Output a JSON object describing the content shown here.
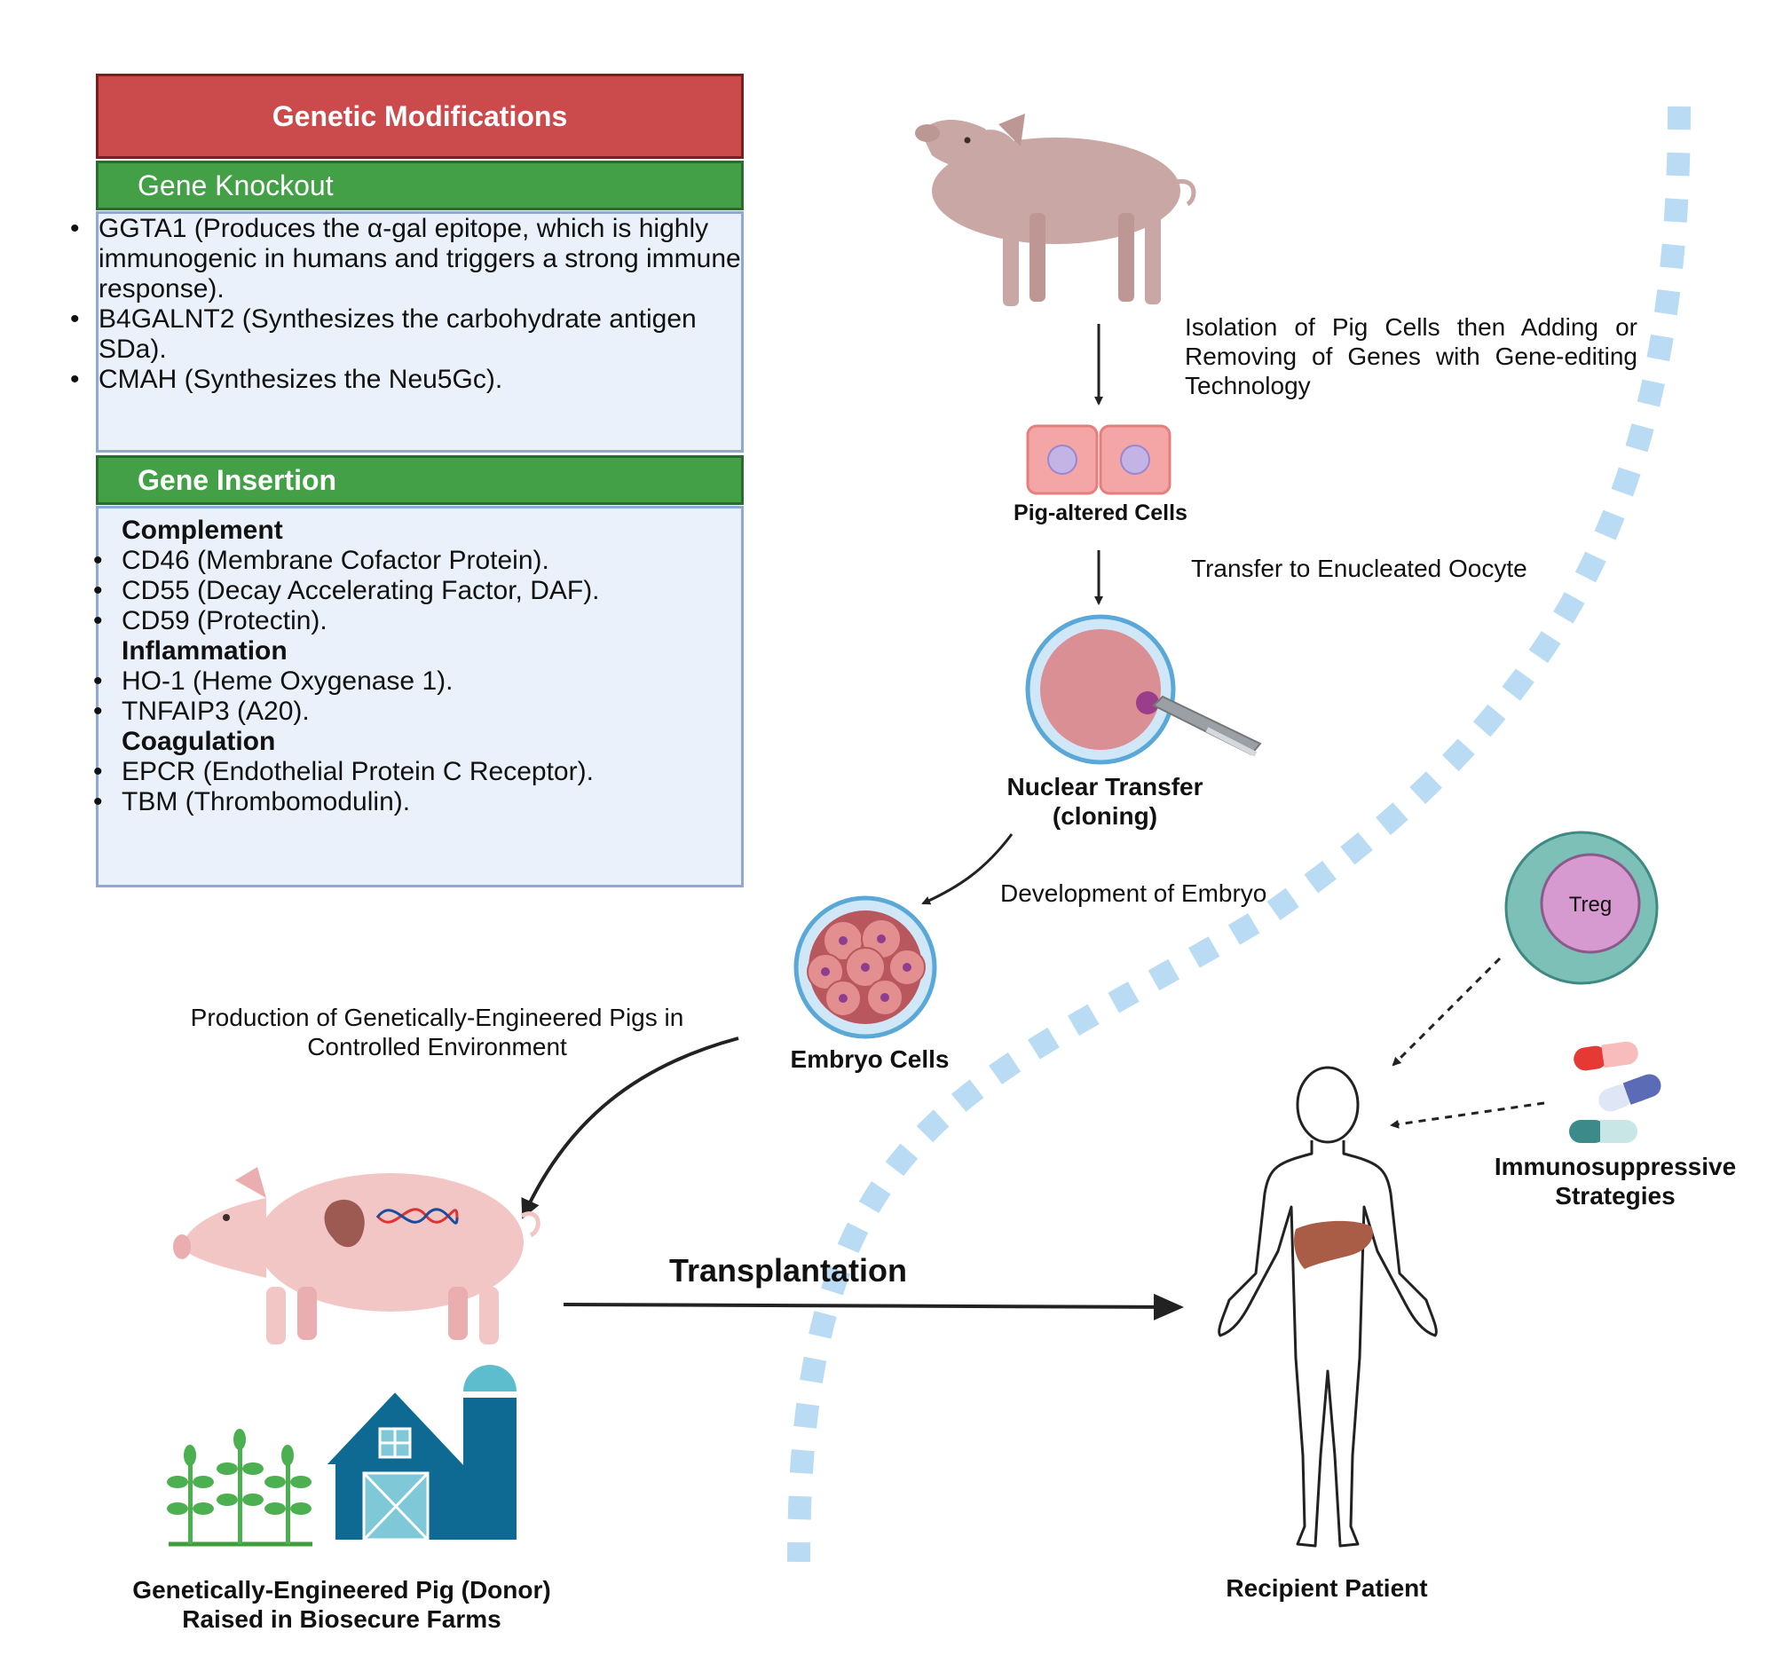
{
  "genetic_modifications": {
    "title": "Genetic Modifications",
    "knockout": {
      "title": "Gene Knockout",
      "items": [
        "GGTA1 (Produces the α-gal epitope, which is highly immunogenic in humans and triggers a strong immune response).",
        "B4GALNT2 (Synthesizes the carbohydrate antigen SDa).",
        "CMAH (Synthesizes the Neu5Gc)."
      ]
    },
    "insertion": {
      "title": "Gene Insertion",
      "categories": [
        {
          "name": "Complement",
          "items": [
            "CD46 (Membrane Cofactor Protein).",
            "CD55 (Decay Accelerating Factor, DAF).",
            "CD59 (Protectin)."
          ]
        },
        {
          "name": "Inflammation",
          "items": [
            "HO-1 (Heme Oxygenase 1).",
            "TNFAIP3 (A20)."
          ]
        },
        {
          "name": "Coagulation",
          "items": [
            "EPCR (Endothelial Protein C Receptor).",
            "TBM (Thrombomodulin)."
          ]
        }
      ]
    }
  },
  "steps": {
    "isolation": "Isolation of Pig Cells then Adding or Removing of Genes with Gene-editing Technology",
    "altered_cells": "Pig-altered Cells",
    "transfer": "Transfer to Enucleated Oocyte",
    "nuclear_transfer": "Nuclear Transfer (cloning)",
    "development": "Development of Embryo",
    "embryo_cells": "Embryo Cells",
    "production": "Production of Genetically-Engineered Pigs in Controlled Environment",
    "donor": "Genetically-Engineered Pig (Donor) Raised in Biosecure Farms",
    "transplantation": "Transplantation",
    "recipient": "Recipient Patient",
    "treg": "Treg",
    "immunosuppressive": "Immunosuppressive Strategies"
  },
  "colors": {
    "header_red": "#cb4b4c",
    "subheader_green": "#43a047",
    "box_fill": "#eaf1fb",
    "divider_blue": "#b9dbf3",
    "pig_pink": "#f3c6c6",
    "farm_blue": "#0e6a92"
  }
}
